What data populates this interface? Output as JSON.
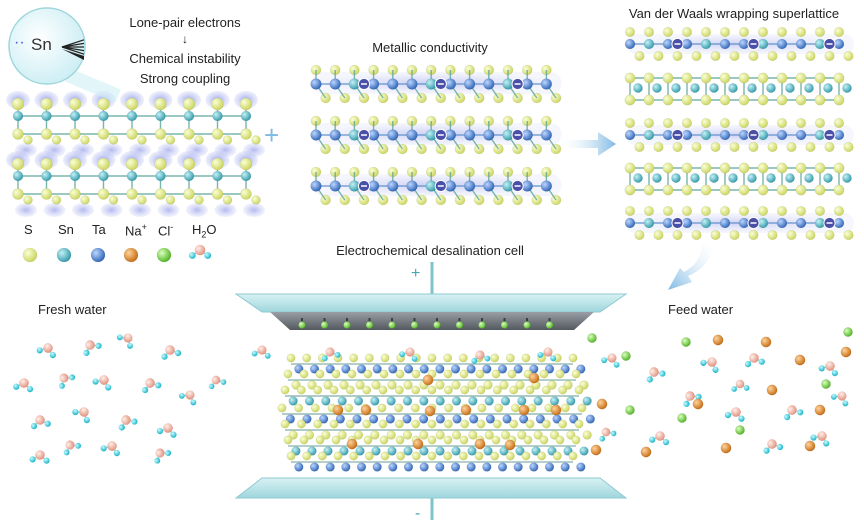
{
  "sn_bubble": {
    "symbol": "Sn",
    "electrons": "··"
  },
  "annotations": {
    "lone_pair": "Lone-pair electrons",
    "arrow": "↓",
    "instability": "Chemical instability",
    "coupling": "Strong coupling"
  },
  "panels": {
    "metallic": "Metallic conductivity",
    "superlattice": "Van der Waals wrapping superlattice",
    "cell": "Electrochemical desalination cell",
    "fresh": "Fresh water",
    "feed": "Feed water"
  },
  "operators": {
    "plus": "+"
  },
  "electrodes": {
    "positive": "+",
    "negative": "-"
  },
  "legend": [
    {
      "name": "S",
      "sup": "",
      "sub": "",
      "color": "#dde67a"
    },
    {
      "name": "Sn",
      "sup": "",
      "sub": "",
      "color": "#57bcc8"
    },
    {
      "name": "Ta",
      "sup": "",
      "sub": "",
      "color": "#4f8fd8"
    },
    {
      "name": "Na",
      "sup": "+",
      "sub": "",
      "color": "#e08a2a"
    },
    {
      "name": "Cl",
      "sup": "-",
      "sub": "",
      "color": "#7ee04a"
    },
    {
      "name": "H",
      "sup": "",
      "sub": "2",
      "tail": "O",
      "color": "#f2b3a3"
    }
  ],
  "colors": {
    "sulfur": "#dde67a",
    "tin": "#57bcc8",
    "tantalum": "#4f8fd8",
    "sodium": "#e08a2a",
    "chlorine": "#7ee04a",
    "oxygen": "#f2b3a3",
    "hydrogen": "#38d6e8",
    "lone_pair_glow": "#9aa4ea",
    "electrode": "#bfe6ea",
    "arrow": "#9cc9e8"
  }
}
